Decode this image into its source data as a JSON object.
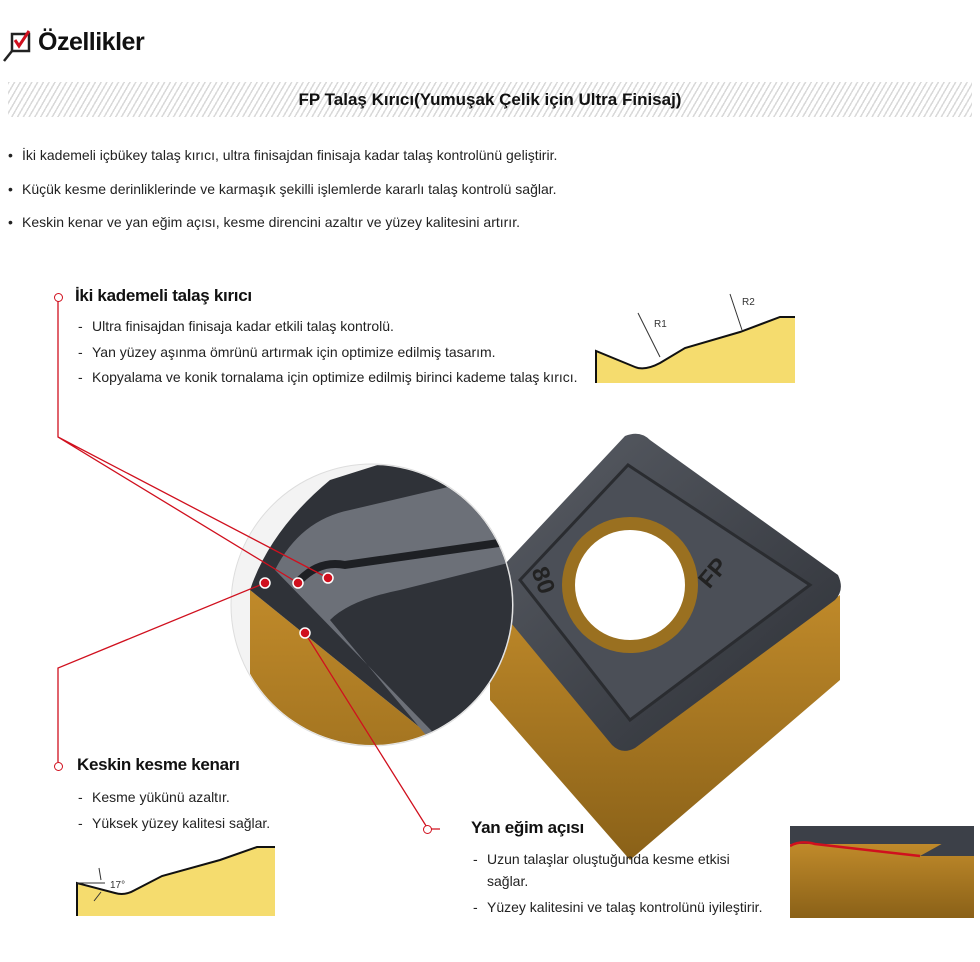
{
  "header": {
    "title": "Özellikler",
    "icon": "checklist-icon"
  },
  "banner": {
    "title": "FP Talaş Kırıcı(Yumuşak Çelik için Ultra Finisaj)"
  },
  "bullets": [
    "İki kademeli içbükey talaş kırıcı, ultra finisajdan finisaja kadar talaş kontrolünü geliştirir.",
    "Küçük kesme derinliklerinde ve karmaşık şekilli işlemlerde kararlı talaş kontrolü sağlar.",
    "Keskin kenar ve yan eğim açısı, kesme direncini azaltır ve yüzey kalitesini artırır."
  ],
  "sections": [
    {
      "title": "İki kademeli talaş kırıcı",
      "items": [
        "Ultra finisajdan finisaja kadar etkili talaş kontrolü.",
        "Yan yüzey aşınma ömrünü artırmak için optimize edilmiş tasarım.",
        "Kopyalama ve konik tornalama için optimize edilmiş birinci kademe talaş kırıcı."
      ],
      "diagram_labels": [
        "R1",
        "R2"
      ]
    },
    {
      "title": "Keskin kesme kenarı",
      "items": [
        "Kesme yükünü azaltır.",
        "Yüksek yüzey kalitesi sağlar."
      ],
      "diagram_labels": [
        "17°"
      ]
    },
    {
      "title": "Yan eğim açısı",
      "items": [
        "Uzun talaşlar oluştuğunda kesme etkisi sağlar.",
        "Yüzey kalitesini ve talaş kontrolünü iyileştirir."
      ]
    }
  ],
  "insert": {
    "marks": [
      "80",
      "FP"
    ]
  },
  "colors": {
    "accent": "#d0101e",
    "diagram_fill": "#f5dc6e",
    "insert_gold": "#a87a1f",
    "insert_dark": "#3a3d44"
  }
}
